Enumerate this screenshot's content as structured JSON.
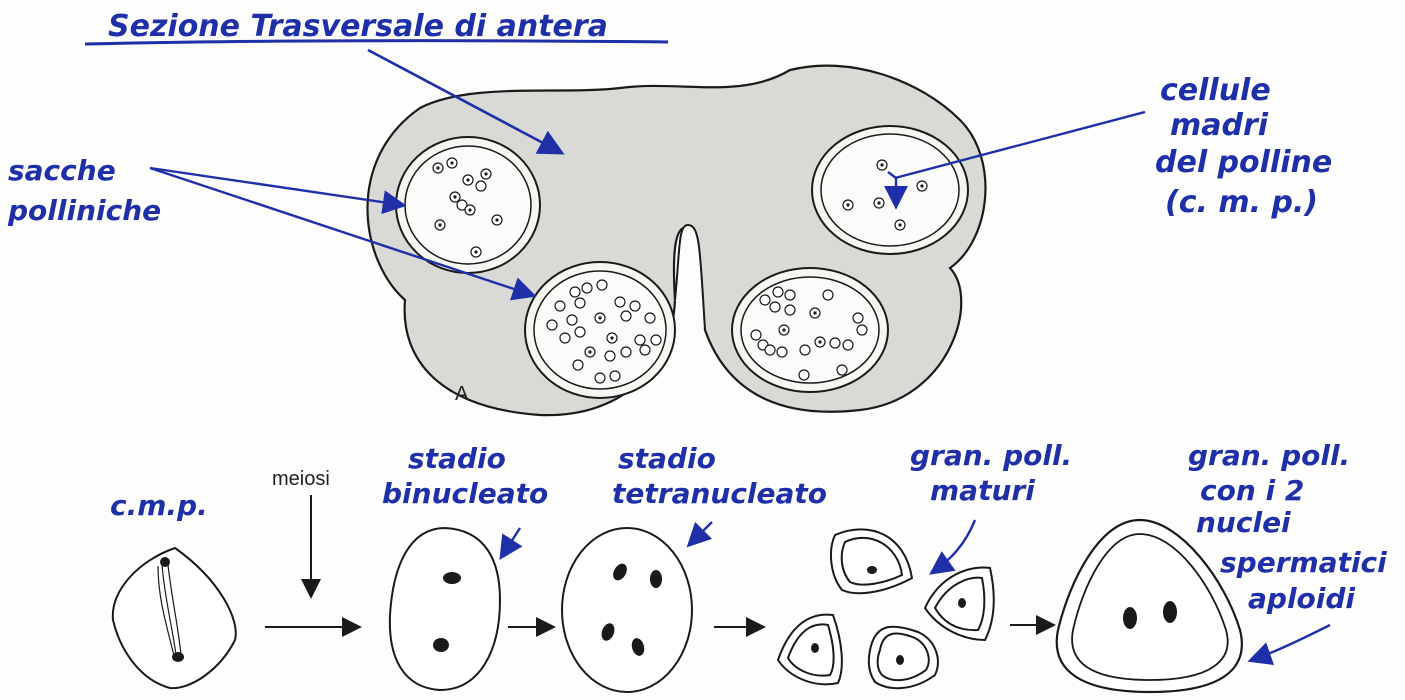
{
  "title": "Sezione Trasversale di antera",
  "labels": {
    "sacche_line1": "sacche",
    "sacche_line2": "polliniche",
    "cmp_line1": "cellule",
    "cmp_line2": "madri",
    "cmp_line3": "del polline",
    "cmp_line4": "(c. m. p.)",
    "figure_letter": "A"
  },
  "stages": {
    "cmp": "c.m.p.",
    "meiosi": "meiosi",
    "bin_line1": "stadio",
    "bin_line2": "binucleato",
    "tetra_line1": "stadio",
    "tetra_line2": "tetranucleato",
    "mat_line1": "gran. poll.",
    "mat_line2": "maturi",
    "final_line1": "gran. poll.",
    "final_line2": "con i 2",
    "final_line3": "nuclei",
    "final_line4": "spermatici",
    "final_line5": "aploidi"
  },
  "colors": {
    "ink": "#1f2fa8",
    "stroke": "#1a1a1a",
    "tissue": "#d9d9d6"
  }
}
